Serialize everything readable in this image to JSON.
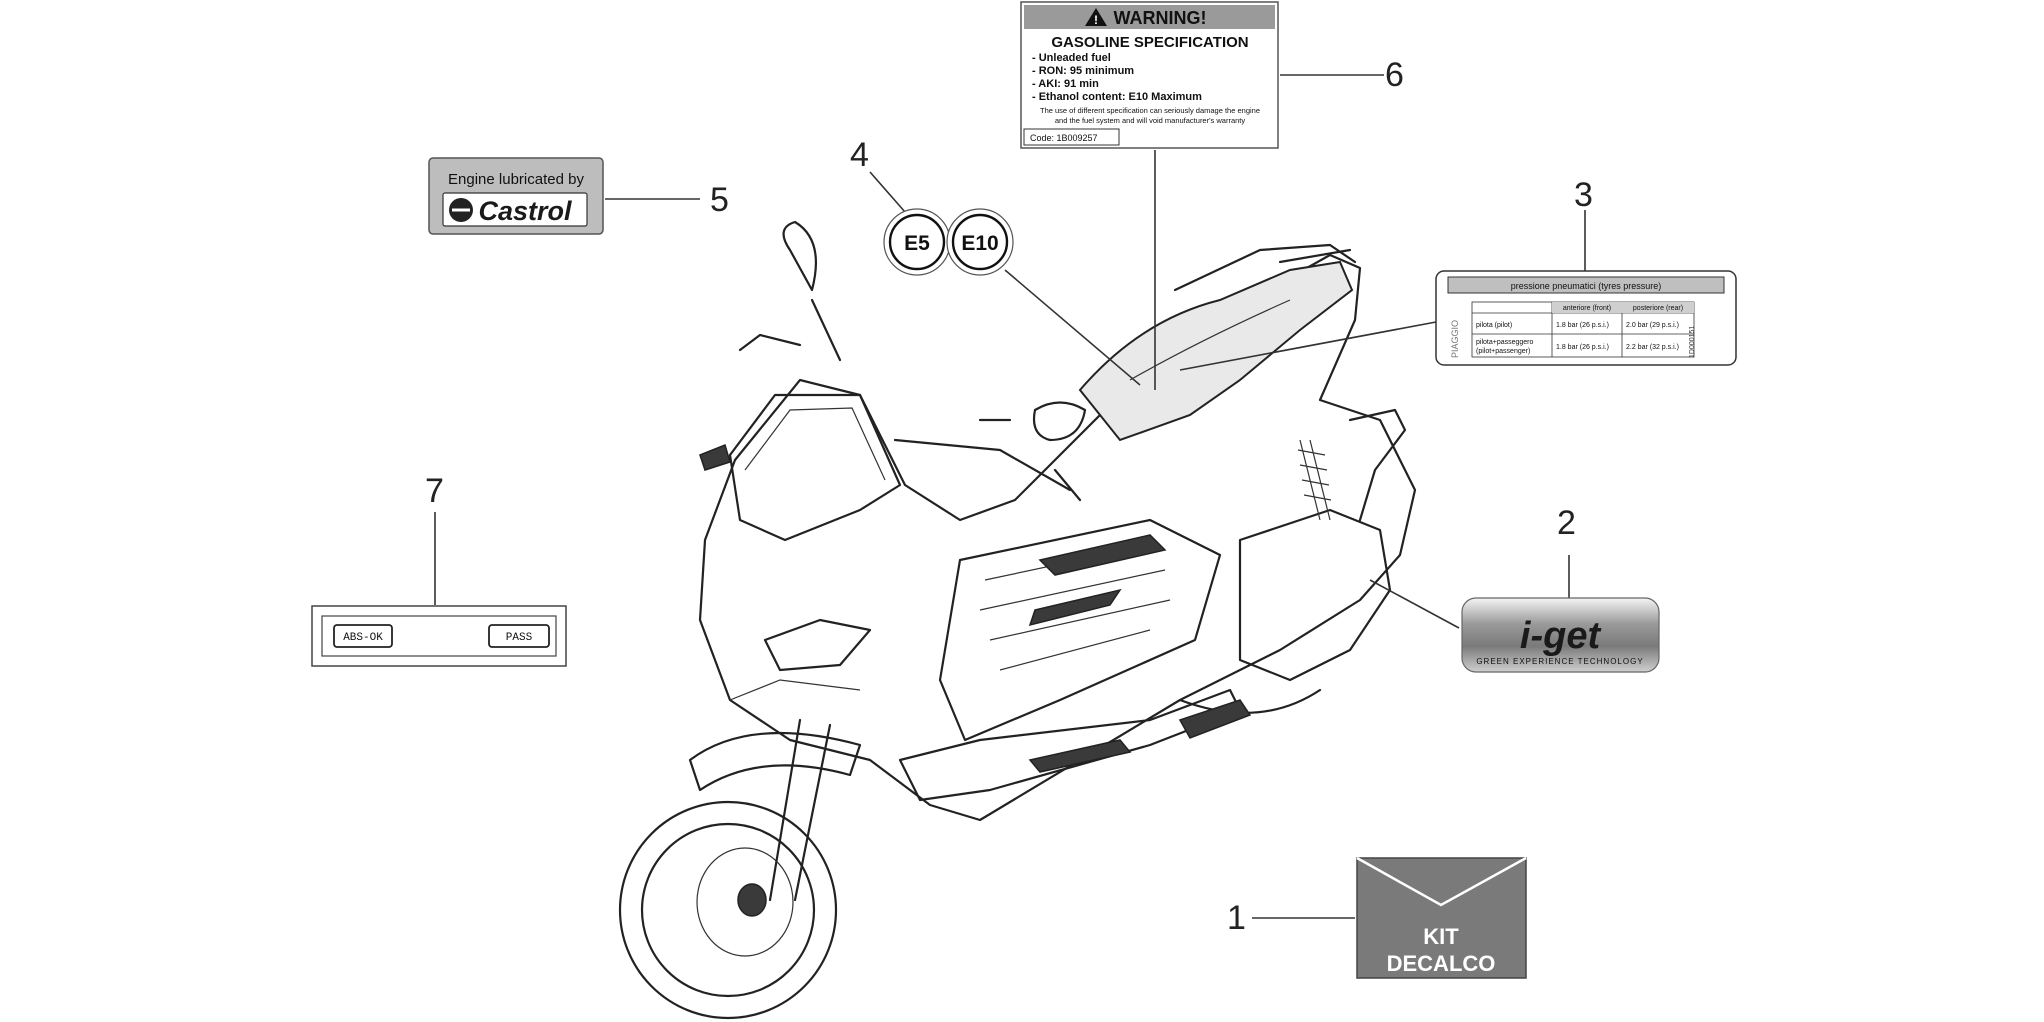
{
  "callouts": [
    "1",
    "2",
    "3",
    "4",
    "5",
    "6",
    "7"
  ],
  "kit_label": {
    "line1": "KIT",
    "line2": "DECALCO"
  },
  "iget_label": {
    "logo": "i-get",
    "tagline": "GREEN EXPERIENCE TECHNOLOGY"
  },
  "tyre_label": {
    "header": "pressione pneumatici (tyres pressure)",
    "brand": "PIAGGIO",
    "code": "1D000151",
    "col_front": "anteriore (front)",
    "col_rear": "posteriore (rear)",
    "rows": [
      {
        "who": "pilota (pilot)",
        "front": "1.8 bar (26 p.s.i.)",
        "rear": "2.0 bar (29 p.s.i.)"
      },
      {
        "who1": "pilota+passeggero",
        "who2": "(pilot+passenger)",
        "front": "1.8 bar (26 p.s.i.)",
        "rear": "2.2 bar (32 p.s.i.)"
      }
    ]
  },
  "fuel_badges": [
    "E5",
    "E10"
  ],
  "castrol_label": {
    "line1": "Engine lubricated by",
    "brand": "Castrol"
  },
  "warning_label": {
    "title": "WARNING!",
    "heading": "GASOLINE SPECIFICATION",
    "items": [
      "-  Unleaded fuel",
      "-  RON: 95 minimum",
      "-  AKI: 91 min",
      "-  Ethanol content: E10 Maximum"
    ],
    "note1": "The use of different specification can seriously damage the engine",
    "note2": "and the fuel system and will void manufacturer's warranty",
    "code": "Code: 1B009257"
  },
  "abs_label": {
    "left": "ABS-OK",
    "right": "PASS"
  },
  "colors": {
    "kit_bg": "#7a7a7a",
    "castrol_bg": "#bdbdbd",
    "warning_bar": "#9a9a9a",
    "tyre_header": "#bfbfbf"
  }
}
